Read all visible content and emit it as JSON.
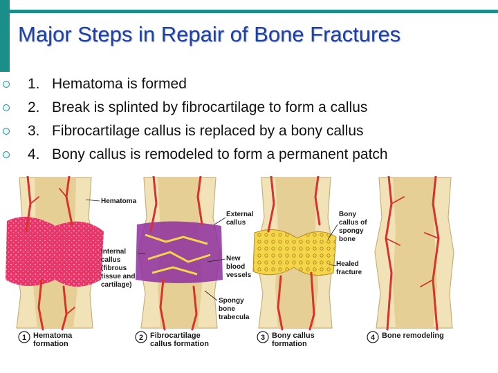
{
  "title": "Major Steps in Repair of Bone Fractures",
  "colors": {
    "accent": "#1a8f8a",
    "title": "#1f3fa6",
    "hematoma": "#e8356a",
    "fibrocartilage": "#8e2fa0",
    "bony_callus": "#f3d64a",
    "vessel": "#d8322a",
    "bone": "#f1e2b8"
  },
  "steps": [
    {
      "num": "1.",
      "text": "Hematoma is formed"
    },
    {
      "num": "2.",
      "text": "Break is splinted by fibrocartilage to form a callus"
    },
    {
      "num": "3.",
      "text": "Fibrocartilage callus is replaced by a bony callus"
    },
    {
      "num": "4.",
      "text": "Bony callus is remodeled to form a permanent patch"
    }
  ],
  "figure": {
    "labels": {
      "hematoma": "Hematoma",
      "external_callus": [
        "External",
        "callus"
      ],
      "internal_callus": [
        "Internal",
        "callus",
        "(fibrous",
        "tissue and",
        "cartilage)"
      ],
      "new_blood_vessels": [
        "New",
        "blood",
        "vessels"
      ],
      "spongy_bone": [
        "Spongy",
        "bone",
        "trabecula"
      ],
      "bony_callus_spongy": [
        "Bony",
        "callus of",
        "spongy",
        "bone"
      ],
      "healed_fracture": [
        "Healed",
        "fracture"
      ]
    },
    "panels": [
      {
        "num": "1",
        "caption": [
          "Hematoma",
          "formation"
        ]
      },
      {
        "num": "2",
        "caption": [
          "Fibrocartilage",
          "callus formation"
        ]
      },
      {
        "num": "3",
        "caption": [
          "Bony callus",
          "formation"
        ]
      },
      {
        "num": "4",
        "caption": [
          "Bone remodeling"
        ]
      }
    ]
  }
}
